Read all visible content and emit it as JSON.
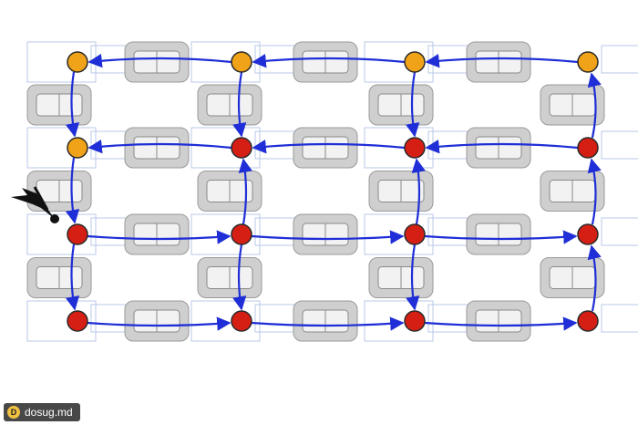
{
  "diagram": {
    "grid": {
      "columns": 4,
      "rows": 4
    },
    "colors": {
      "background": "#ffffff",
      "arrow": "#1f2ed6",
      "node_outline": "#2a2a2a",
      "component_fill": "#cfcfcf",
      "component_inner": "#f2f2f2",
      "wire": "#b8c8e8",
      "pointer": "#111111"
    },
    "node_states": [
      [
        "orange",
        "orange",
        "orange",
        "orange"
      ],
      [
        "orange",
        "red",
        "red",
        "red"
      ],
      [
        "red",
        "red",
        "red",
        "red"
      ],
      [
        "red",
        "red",
        "red",
        "red"
      ]
    ],
    "state_colors": {
      "orange": "#f0a318",
      "red": "#d61f14"
    },
    "flow": {
      "top_two_rows": "right-to-left",
      "bottom_two_rows": "left-to-right",
      "left_column": "top-to-bottom",
      "inner_columns": "mixed",
      "right_column": "bottom-to-top"
    },
    "pointer_icon": "pen-cursor-icon"
  },
  "watermark": {
    "logo_icon": "dosug-logo-icon",
    "logo_glyph": "D",
    "text": "dosug.md"
  }
}
